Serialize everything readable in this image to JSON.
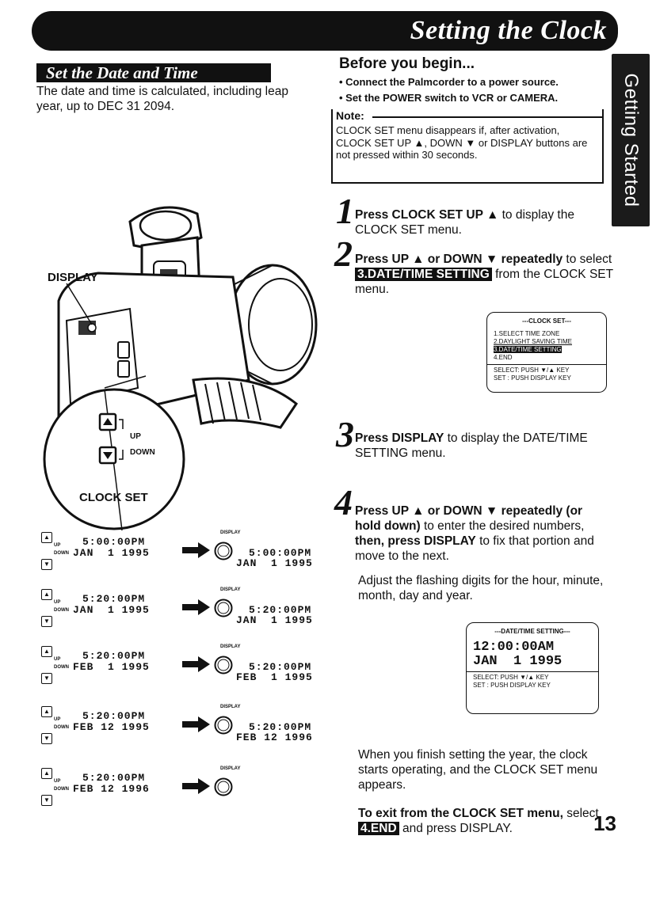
{
  "header": {
    "title": "Setting the Clock"
  },
  "side_tab": {
    "label": "Getting Started"
  },
  "left": {
    "section_heading": "Set the Date and Time",
    "intro": "The date and time is calculated, including leap year, up to DEC 31 2094.",
    "display_label": "DISPLAY",
    "up_label": "UP",
    "down_label": "DOWN",
    "clock_set_label": "CLOCK SET",
    "seq_button_up": "UP",
    "seq_button_down": "DOWN",
    "seq_display": "DISPLAY",
    "sequence": [
      {
        "before_time": "5:00:00PM",
        "before_date": "JAN  1 1995",
        "after_time": "5:00:00PM",
        "after_date": "JAN  1 1995"
      },
      {
        "before_time": "5:20:00PM",
        "before_date": "JAN  1 1995",
        "after_time": "5:20:00PM",
        "after_date": "JAN  1 1995"
      },
      {
        "before_time": "5:20:00PM",
        "before_date": "FEB  1 1995",
        "after_time": "5:20:00PM",
        "after_date": "FEB  1 1995"
      },
      {
        "before_time": "5:20:00PM",
        "before_date": "FEB 12 1995",
        "after_time": "5:20:00PM",
        "after_date": "FEB 12 1996"
      },
      {
        "before_time": "5:20:00PM",
        "before_date": "FEB 12 1996",
        "after_time": "",
        "after_date": ""
      }
    ]
  },
  "right": {
    "before_heading": "Before you begin...",
    "prereq_1": "• Connect the Palmcorder to a power source.",
    "prereq_2": "• Set the POWER switch to VCR or CAMERA.",
    "note_label": "Note:",
    "note_body": "CLOCK SET menu disappears if, after activation, CLOCK SET UP ▲, DOWN ▼ or DISPLAY buttons are not pressed within 30 seconds.",
    "step1": {
      "num": "1",
      "bold": "Press CLOCK SET UP ▲",
      "rest": " to display the CLOCK SET menu."
    },
    "step2": {
      "num": "2",
      "bold": "Press UP ▲ or DOWN ▼ repeatedly",
      "pre": " to select ",
      "hl": "3.DATE/TIME SETTING",
      "post": " from the CLOCK SET menu."
    },
    "osd1": {
      "title": "---CLOCK SET---",
      "items": [
        "1.SELECT TIME ZONE",
        "2.DAYLIGHT SAVING TIME",
        "3.DATE/TIME SETTING",
        "4.END"
      ],
      "select": "SELECT: PUSH ▼/▲ KEY",
      "set": "SET    : PUSH DISPLAY KEY"
    },
    "step3": {
      "num": "3",
      "bold": "Press DISPLAY",
      "rest": " to display the DATE/TIME SETTING menu."
    },
    "step4": {
      "num": "4",
      "bold1": "Press UP ▲ or DOWN ▼ repeatedly (or hold down)",
      "mid": " to enter the desired numbers, ",
      "bold2": "then, press DISPLAY",
      "rest": " to fix that portion and move to the next."
    },
    "adjust_text": "Adjust the flashing digits for the hour, minute, month, day and year.",
    "osd2": {
      "title": "---DATE/TIME SETTING---",
      "time": "12:00:00AM",
      "date": "JAN  1 1995",
      "select": "SELECT: PUSH ▼/▲ KEY",
      "set": "SET    : PUSH DISPLAY KEY"
    },
    "finish_text": "When you finish setting the year, the clock starts operating, and the CLOCK SET menu appears.",
    "exit_bold": "To exit from the CLOCK SET menu,",
    "exit_pre": " select ",
    "exit_hl": "4.END",
    "exit_post": " and press DISPLAY."
  },
  "page_number": "13"
}
